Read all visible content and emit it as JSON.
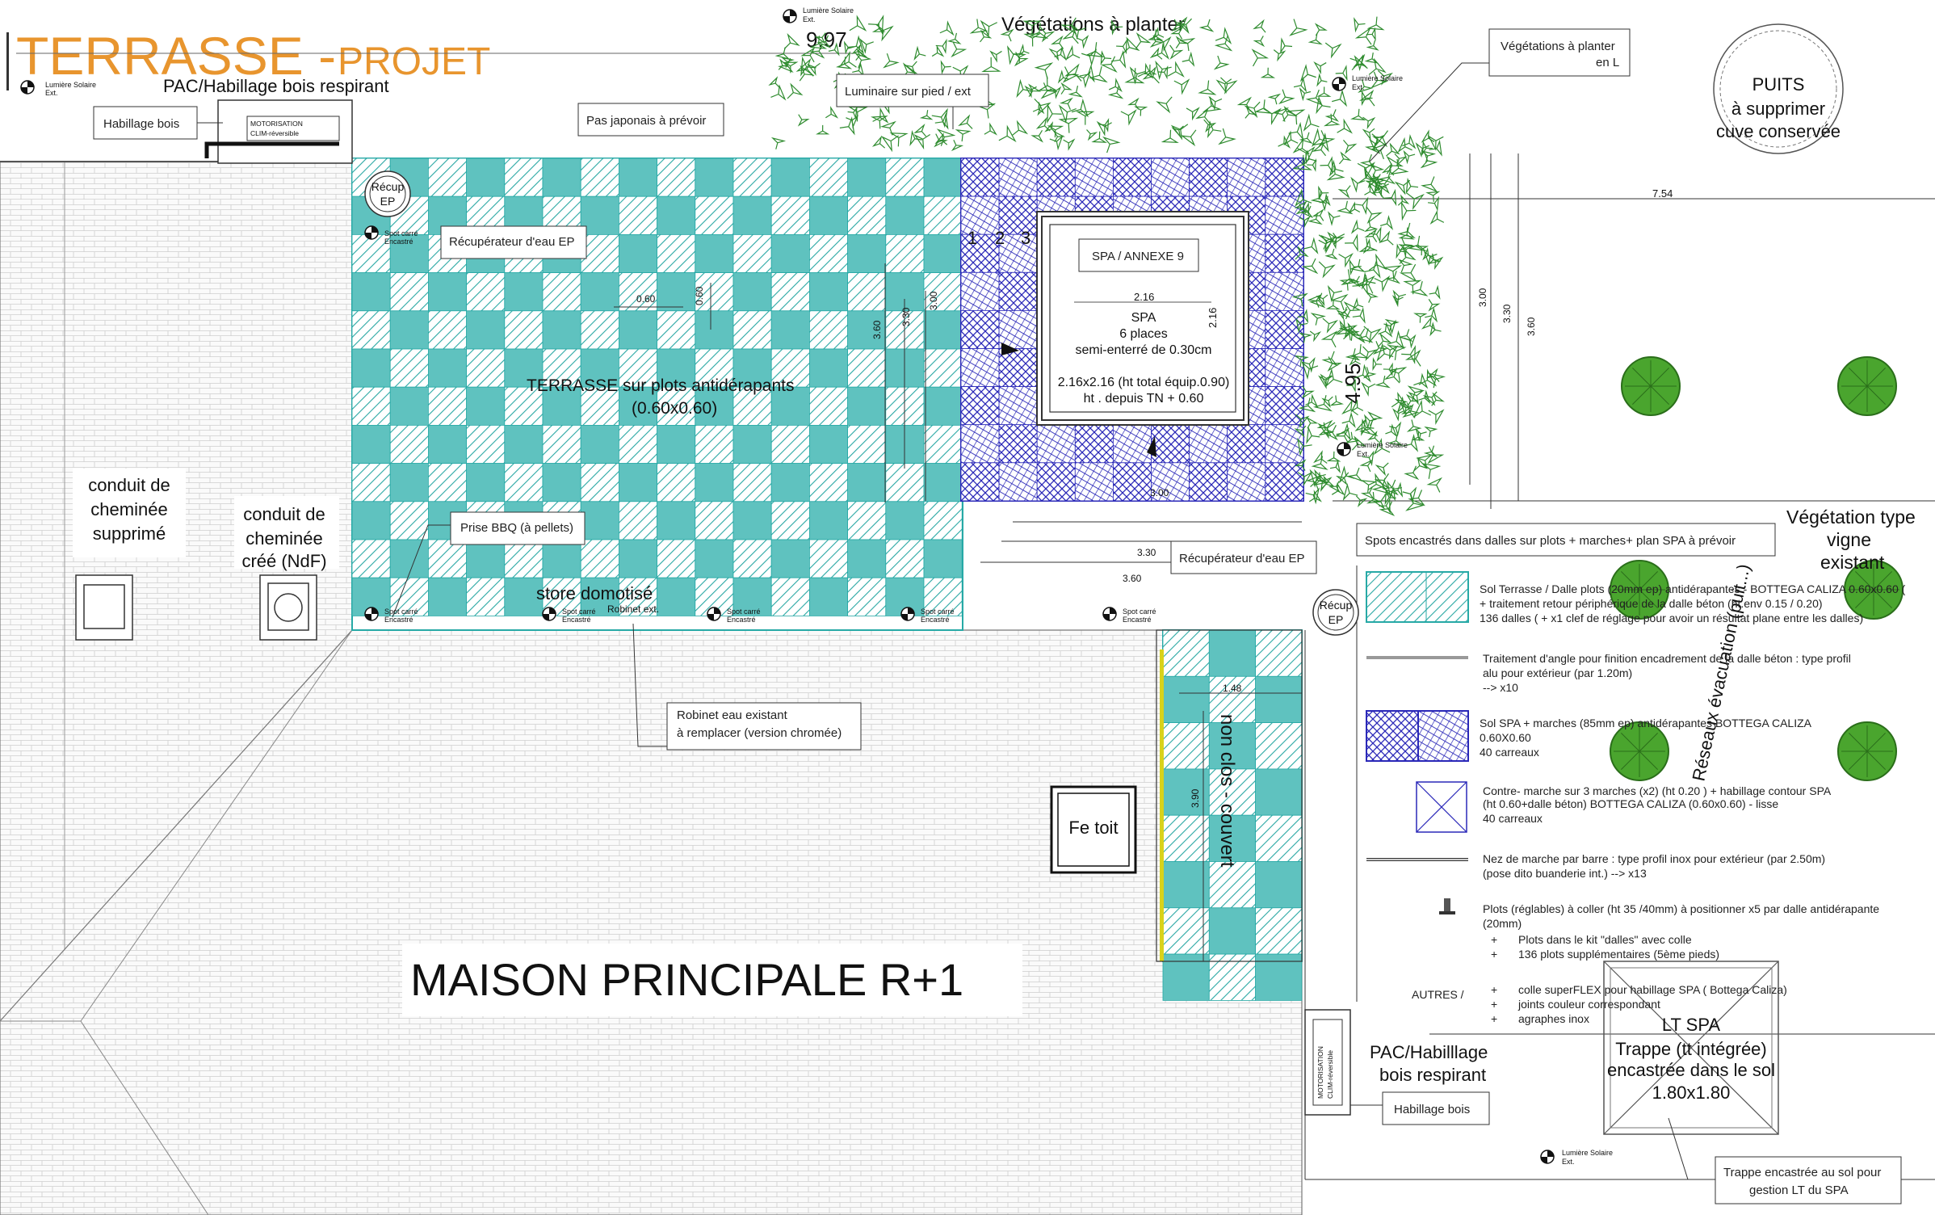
{
  "title": {
    "main": "TERRASSE - ",
    "sub": "PROJET"
  },
  "labels": {
    "vegetations_a_planter": "Végétations à planter",
    "pac_top": "PAC/Habillage bois respirant",
    "pac_bottom_1": "PAC/Habilllage",
    "pac_bottom_2": "bois respirant",
    "motorisation_1": "MOTORISATION",
    "motorisation_2": "CLIM-réversible",
    "terrasse_1": "TERRASSE sur plots antidérapants",
    "terrasse_2": "(0.60x0.60)",
    "conduit_supprime_1": "conduit de",
    "conduit_supprime_2": "cheminée",
    "conduit_supprime_3": "supprimé",
    "conduit_cree_1": "conduit de",
    "conduit_cree_2": "cheminée",
    "conduit_cree_3": "créé (NdF)",
    "store": "store domotisé",
    "robinet_ext": "Robinet ext.",
    "maison": "MAISON PRINCIPALE R+1",
    "fe_toit": "Fe toit",
    "non_clos": "non clos - couvert",
    "spa_1": "SPA",
    "spa_2": "6 places",
    "spa_3": "semi-enterré de 0.30cm",
    "spa_4": "2.16x2.16 (ht total équip.0.90)",
    "spa_5": "ht . depuis TN + 0.60",
    "puits_1": "PUITS",
    "puits_2": "à supprimer",
    "puits_3": "cuve conservée",
    "vegetation_vigne_1": "Végétation type",
    "vegetation_vigne_2": "vigne",
    "vegetation_vigne_3": "existant",
    "reseaux": "Réseaux évacuation (puit...)",
    "recup_ep_1": "Récup",
    "recup_ep_2": "EP",
    "lumiere_solaire_1": "Lumière Solaire",
    "lumiere_solaire_2": "Ext.",
    "spot_1": "Spot carré",
    "spot_2": "Encastré",
    "lt_spa_1": "LT SPA",
    "lt_spa_2": "Trappe (tt intégrée)",
    "lt_spa_3": "encastrée dans le sol",
    "lt_spa_4": "1.80x1.80",
    "autres": "AUTRES /",
    "steps": [
      "1",
      "2",
      "3"
    ]
  },
  "callouts": {
    "habillage_bois": "Habillage bois",
    "pas_japonais": "Pas japonais à prévoir",
    "luminaire": "Luminaire sur pied / ext",
    "vegetations_l_1": "Végétations à planter",
    "vegetations_l_2": "en L",
    "recuperateur_ep": "Récupérateur d'eau EP",
    "spa_annexe": "SPA / ANNEXE 9",
    "prise_bbq": "Prise BBQ (à pellets)",
    "spots_encastres": "Spots encastrés dans dalles sur plots + marches+ plan SPA à prévoir",
    "robinet_1": "Robinet eau existant",
    "robinet_2": "à remplacer (version chromée)",
    "trappe_1": "Trappe encastrée au sol pour",
    "trappe_2": "gestion LT du SPA"
  },
  "dimensions": {
    "d997": "9,97",
    "d754": "7.54",
    "d495": "4.95",
    "d300": "3.00",
    "d330": "3.30",
    "d360": "3.60",
    "d060": "0.60",
    "d216": "2.16",
    "d148": "1.48",
    "d390": "3.90"
  },
  "legend": {
    "sol_terrasse": [
      "Sol Terrasse / Dalle plots (20mm ep) antidérapantes - BOTTEGA CALIZA 0.60x0.60 (",
      " + traitement retour périphérique de la dalle béton (ht.env 0.15 / 0.20)",
      "136 dalles ( + x1 clef de réglage pour avoir un résultat plane entre les dalles)"
    ],
    "traitement": [
      "Traitement d'angle pour finition encadrement de la dalle béton :  type profil",
      "alu pour extérieur (par 1.20m)",
      " --> x10"
    ],
    "sol_spa": [
      "Sol SPA + marches (85mm ep) antidérapantes BOTTEGA CALIZA",
      "0.60X0.60",
      "40 carreaux"
    ],
    "contre_marche": [
      "Contre- marche sur 3 marches (x2) (ht 0.20 ) + habillage contour SPA",
      "(ht 0.60+dalle béton) BOTTEGA CALIZA (0.60x0.60) - lisse",
      "40 carreaux"
    ],
    "nez_marche": [
      "Nez de marche par barre : type profil inox pour extérieur (par 2.50m)",
      "(pose dito buanderie int.) --> x13"
    ],
    "plots": [
      "Plots (réglables) à coller (ht 35 /40mm) à positionner x5 par dalle antidérapante",
      " (20mm)"
    ],
    "plots_items": [
      "Plots dans le kit \"dalles\"  avec colle",
      "136 plots supplémentaires (5ème pieds)"
    ],
    "autres_items": [
      "colle superFLEX pour habillage SPA ( Bottega Caliza)",
      "joints couleur correspondant",
      "agraphes inox"
    ],
    "plus": "+"
  },
  "colors": {
    "title": "#e8952e",
    "teal": "#27a9a6",
    "teal_fill": "#c8ecea",
    "spa_blue": "#2a28b8",
    "hedge": "#2e8b2e",
    "tree": "#4aa52e",
    "yellow": "#d9d21a"
  }
}
